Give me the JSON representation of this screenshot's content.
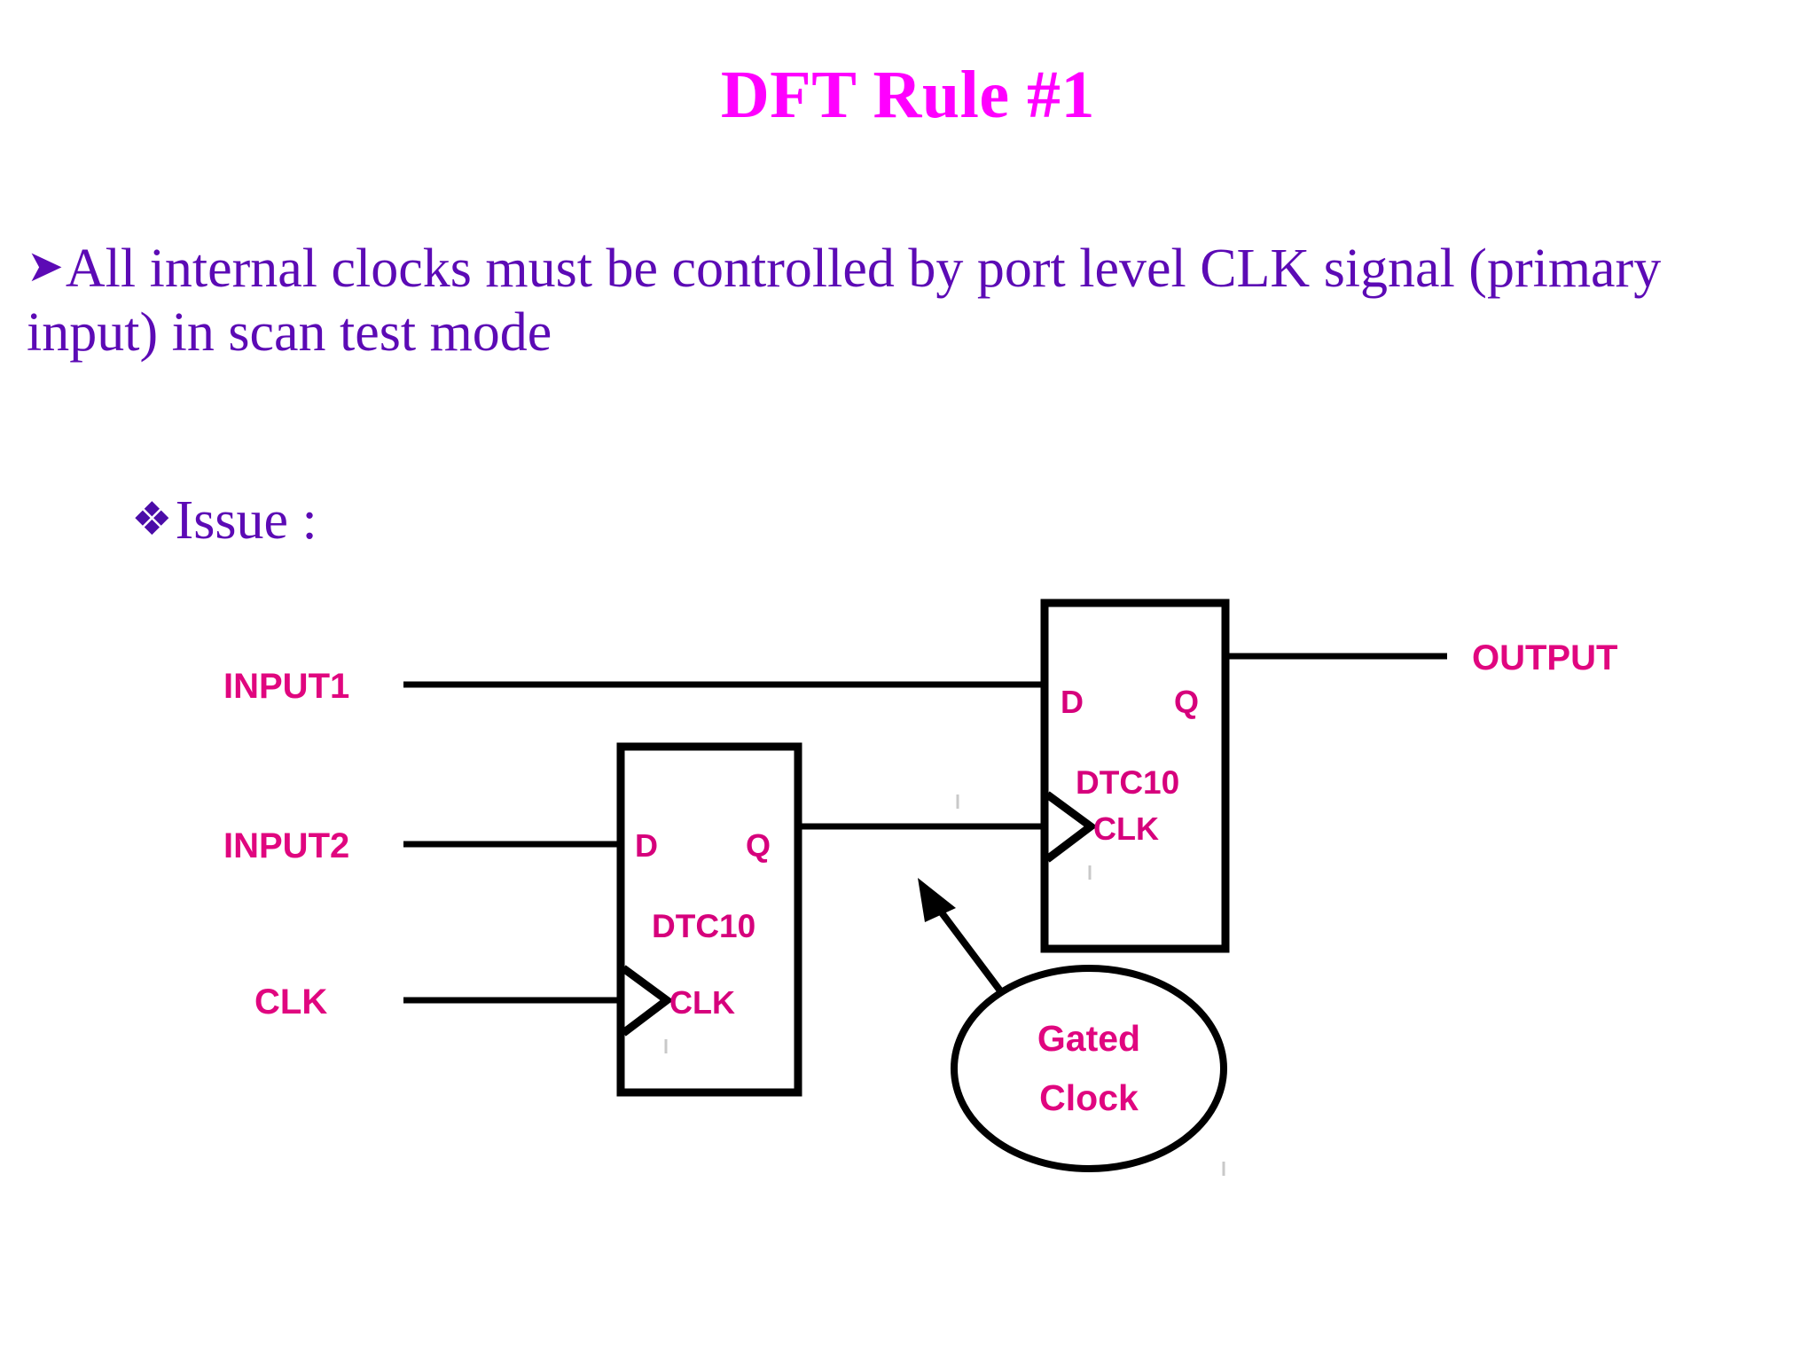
{
  "slide": {
    "title": "DFT Rule #1",
    "background_color": "#ffffff"
  },
  "colors": {
    "title_magenta": "#ff00ff",
    "body_purple": "#5c0ab5",
    "diagram_pink": "#d6007c",
    "wire_black": "#000000"
  },
  "body": {
    "bullet_glyph": "➤",
    "bullet_text": "All internal clocks must be controlled by port level CLK signal (primary input) in scan test mode",
    "issue_glyph": "❖",
    "issue_text": "Issue :"
  },
  "diagram": {
    "signals": {
      "input1": "INPUT1",
      "input2": "INPUT2",
      "clk": "CLK",
      "output": "OUTPUT"
    },
    "flipflop1": {
      "d_pin": "D",
      "q_pin": "Q",
      "clk_pin": "CLK",
      "cell_name": "DTC10"
    },
    "flipflop2": {
      "d_pin": "D",
      "q_pin": "Q",
      "clk_pin": "CLK",
      "cell_name": "DTC10"
    },
    "annotation": {
      "line1": "Gated",
      "line2": "Clock"
    }
  }
}
